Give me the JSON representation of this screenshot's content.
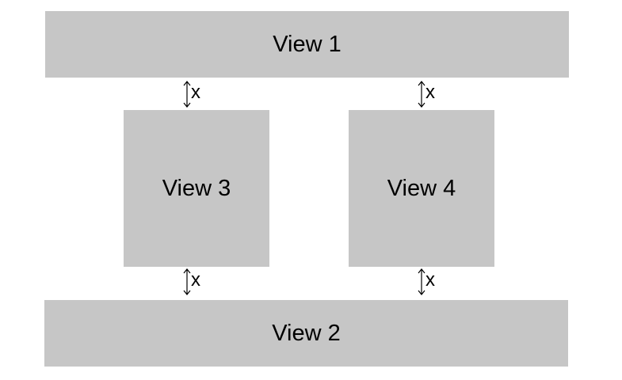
{
  "views": {
    "view_1": {
      "label": "View 1"
    },
    "view_2": {
      "label": "View 2"
    },
    "view_3": {
      "label": "View 3"
    },
    "view_4": {
      "label": "View 4"
    }
  },
  "spacing": {
    "label": "x",
    "icon": "vertical-double-arrow-icon"
  },
  "colors": {
    "view_fill": "#c6c6c6",
    "text": "#000000",
    "background": "#ffffff"
  }
}
